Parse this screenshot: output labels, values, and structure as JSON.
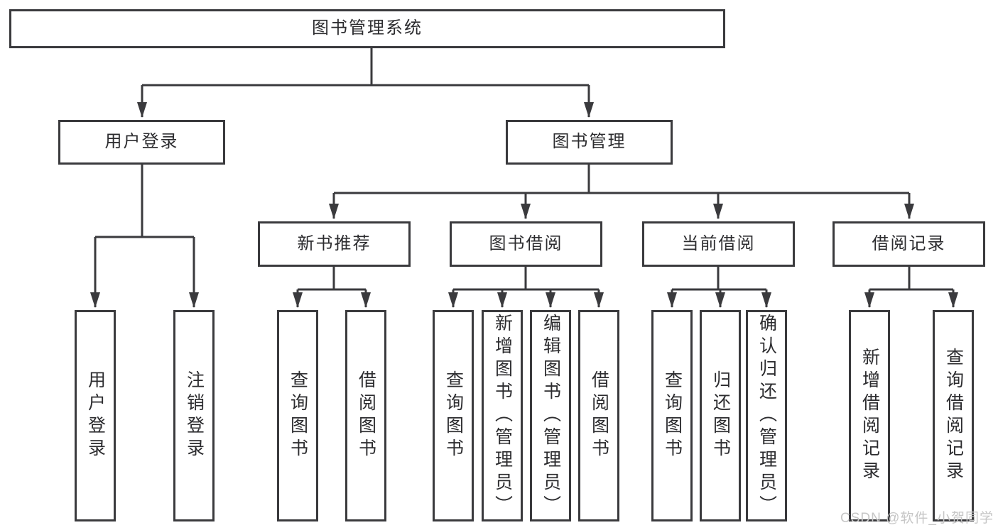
{
  "tree": {
    "label": "图书管理系统",
    "children": [
      {
        "label": "用户登录",
        "children": [
          {
            "label": "用户登录"
          },
          {
            "label": "注销登录"
          }
        ]
      },
      {
        "label": "图书管理",
        "children": [
          {
            "label": "新书推荐",
            "children": [
              {
                "label": "查询图书"
              },
              {
                "label": "借阅图书"
              }
            ]
          },
          {
            "label": "图书借阅",
            "children": [
              {
                "label": "查询图书"
              },
              {
                "label": "新增图书（管理员）"
              },
              {
                "label": "编辑图书（管理员）"
              },
              {
                "label": "借阅图书"
              }
            ]
          },
          {
            "label": "当前借阅",
            "children": [
              {
                "label": "查询图书"
              },
              {
                "label": "归还图书"
              },
              {
                "label": "确认归还（管理员）"
              }
            ]
          },
          {
            "label": "借阅记录",
            "children": [
              {
                "label": "新增借阅记录"
              },
              {
                "label": "查询借阅记录"
              }
            ]
          }
        ]
      }
    ]
  },
  "watermark": {
    "text": "CSDN @软件_小贺同学"
  },
  "colors": {
    "line_color": "#3a3a3d",
    "text_color": "#2c2c2f",
    "watermark_color": "#c6c6c6",
    "bg_color": "#ffffff"
  }
}
